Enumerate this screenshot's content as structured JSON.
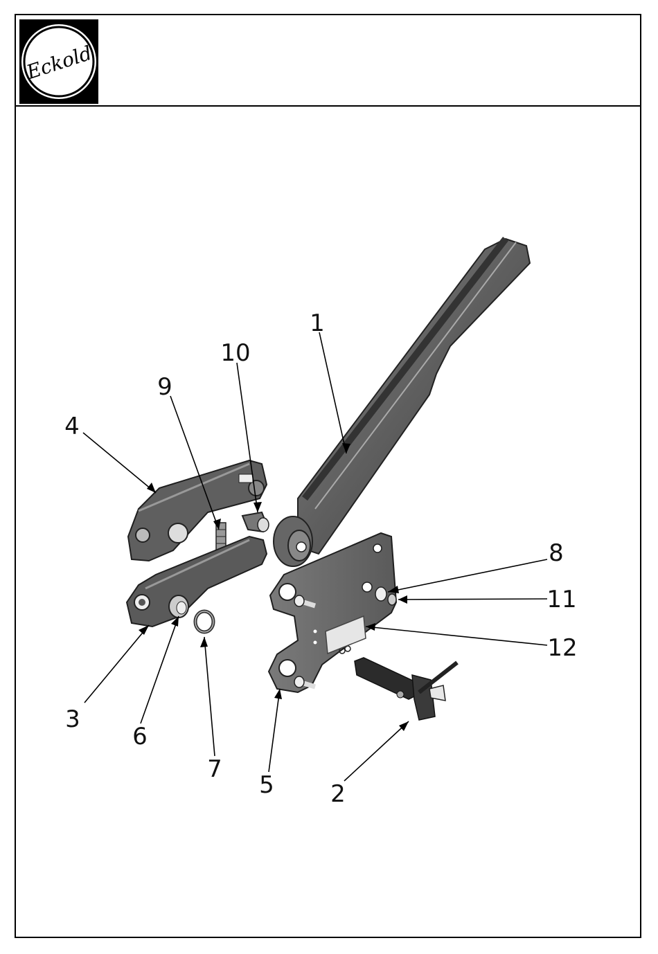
{
  "header": {
    "logo_text": "Eckold",
    "logo_icon": "eckold-logo-icon"
  },
  "diagram": {
    "callouts": [
      "1",
      "2",
      "3",
      "4",
      "5",
      "6",
      "7",
      "8",
      "9",
      "10",
      "11",
      "12"
    ]
  },
  "colors": {
    "part_fill": "#6b6b6b",
    "part_dark": "#2e2e2e",
    "part_light": "#9a9a9a",
    "line": "#000000"
  }
}
